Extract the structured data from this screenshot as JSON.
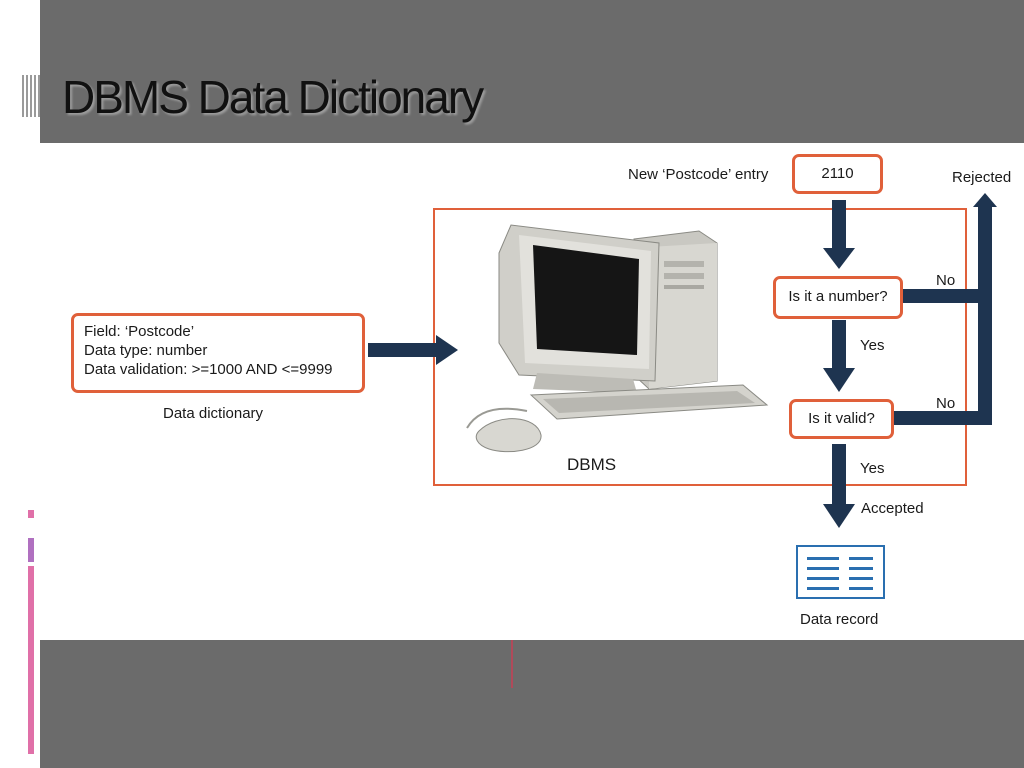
{
  "slide": {
    "title": "DBMS Data Dictionary"
  },
  "diagram": {
    "new_entry_label": "New ‘Postcode’ entry",
    "entry_value": "2110",
    "rejected_label": "Rejected",
    "question_number": "Is it a number?",
    "question_valid": "Is it valid?",
    "no_label_1": "No",
    "no_label_2": "No",
    "yes_label_1": "Yes",
    "yes_label_2": "Yes",
    "accepted_label": "Accepted",
    "data_record_label": "Data record",
    "dbms_label": "DBMS",
    "dictionary": {
      "field": "Field: ‘Postcode’",
      "data_type": "Data type: number",
      "validation": "Data validation: >=1000 AND <=9999"
    },
    "dictionary_caption": "Data dictionary"
  },
  "colors": {
    "box_border": "#e0603a",
    "arrow": "#1e3450",
    "background": "#6b6b6b"
  }
}
